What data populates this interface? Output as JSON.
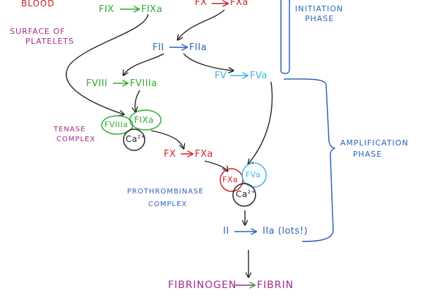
{
  "colors": {
    "green": "#2eaa2e",
    "red": "#d0202a",
    "blue": "#2a62b8",
    "cyan": "#3ab4e6",
    "purple": "#a02a8a",
    "ink": "#222222"
  },
  "labels": {
    "blood": "BLOOD",
    "surface_line1": "SURFACE OF",
    "surface_line2": "PLATELETS",
    "initiation_line1": "INITIATION",
    "initiation_line2": "PHASE",
    "amplification_line1": "AMPLIFICATION",
    "amplification_line2": "PHASE",
    "tenase_line1": "TENASE",
    "tenase_line2": "COMPLEX",
    "prothrombinase_line1": "PROTHROMBINASE",
    "prothrombinase_line2": "COMPLEX"
  },
  "reactions": {
    "fix": "FIX",
    "fixa": "FIXa",
    "fx_top": "FX",
    "fxa_top": "FXa",
    "fii": "FII",
    "fiia": "FIIa",
    "fviii": "FVIII",
    "fviiia": "FVIIIa",
    "fv": "FV",
    "fva": "FVa",
    "fx_mid": "FX",
    "fxa_mid": "FXa",
    "ii": "II",
    "iia": "IIa (lots!)",
    "fibrinogen": "FIBRINOGEN",
    "fibrin": "FIBRIN"
  },
  "complexes": {
    "tenase_fviiia": "FVIIIa",
    "tenase_fixa": "FIXa",
    "tenase_ca": "Ca",
    "tenase_ca_sup": "2+",
    "prothrombinase_fxa": "FXa",
    "prothrombinase_fva": "FVa",
    "prothrombinase_ca": "Ca",
    "prothrombinase_ca_sup": "2+"
  }
}
